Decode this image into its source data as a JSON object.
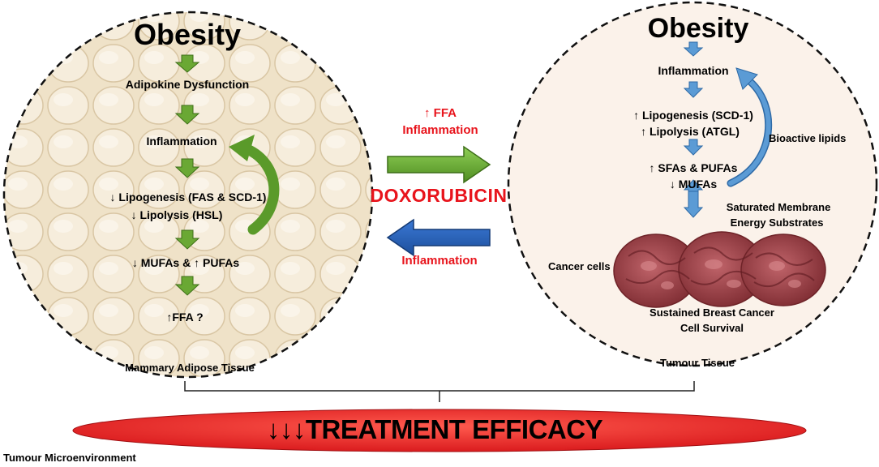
{
  "left_panel": {
    "title": "Obesity",
    "steps": [
      "Adipokine Dysfunction",
      "Inflammation",
      "↓ Lipogenesis (FAS & SCD-1)",
      "↓ Lipolysis  (HSL)",
      "↓ MUFAs & ↑ PUFAs",
      "↑FFA ?"
    ],
    "caption": "Mammary  Adipose  Tissue"
  },
  "right_panel": {
    "title": "Obesity",
    "steps": [
      "Inflammation",
      "↑ Lipogenesis  (SCD-1)",
      "↑ Lipolysis  (ATGL)",
      "↑ SFAs & PUFAs",
      "↓ MUFAs"
    ],
    "side_labels": [
      "Bioactive lipids",
      "Saturated Membrane",
      "Energy Substrates",
      "Cancer cells"
    ],
    "survival_lines": [
      "Sustained Breast Cancer",
      "Cell Survival"
    ],
    "caption": "Tumour  Tissue"
  },
  "center": {
    "top_arrow_lines": [
      "↑ FFA",
      "Inflammation"
    ],
    "drug": "DOXORUBICIN",
    "bottom_arrow_label": "Inflammation"
  },
  "footer": {
    "banner": "↓↓↓TREATMENT EFFICACY",
    "microenvironment": "Tumour  Microenvironment"
  },
  "colors": {
    "green_arrow": "#6aa834",
    "blue_arrow": "#5b9bd5",
    "red_text": "#e8141c",
    "banner_red": "#e82020",
    "adipose_bg": "#efe2c8",
    "tumour_bg": "#fbf2ea",
    "cancer_cell": "#a5464c"
  }
}
